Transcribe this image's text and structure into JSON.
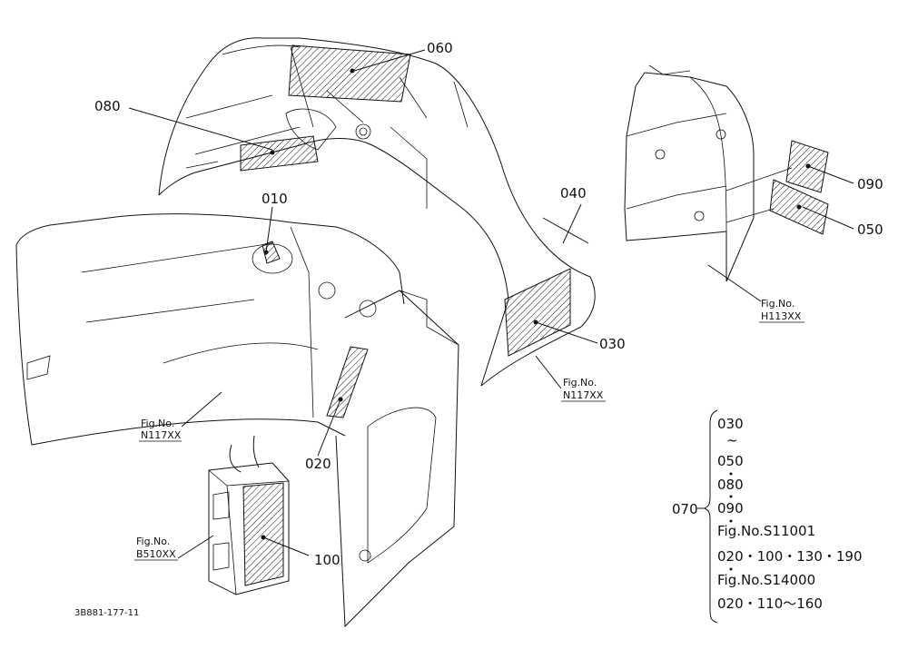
{
  "diagram": {
    "callouts": [
      {
        "id": "060",
        "label": "060"
      },
      {
        "id": "080",
        "label": "080"
      },
      {
        "id": "010",
        "label": "010"
      },
      {
        "id": "040",
        "label": "040"
      },
      {
        "id": "030",
        "label": "030"
      },
      {
        "id": "020",
        "label": "020"
      },
      {
        "id": "100",
        "label": "100"
      },
      {
        "id": "090",
        "label": "090"
      },
      {
        "id": "050",
        "label": "050"
      }
    ],
    "fig_refs": [
      {
        "line1": "Fig.No.",
        "line2": "N117XX"
      },
      {
        "line1": "Fig.No.",
        "line2": "N117XX"
      },
      {
        "line1": "Fig.No.",
        "line2": "H113XX"
      },
      {
        "line1": "Fig.No.",
        "line2": "B510XX"
      }
    ],
    "set_label": "070",
    "set_items": [
      "030",
      "~",
      "050",
      "080",
      "090",
      "Fig.No.S11001",
      "020・100・130・190",
      "Fig.No.S14000",
      "020・110～160"
    ],
    "doc_number": "3B881-177-11"
  }
}
